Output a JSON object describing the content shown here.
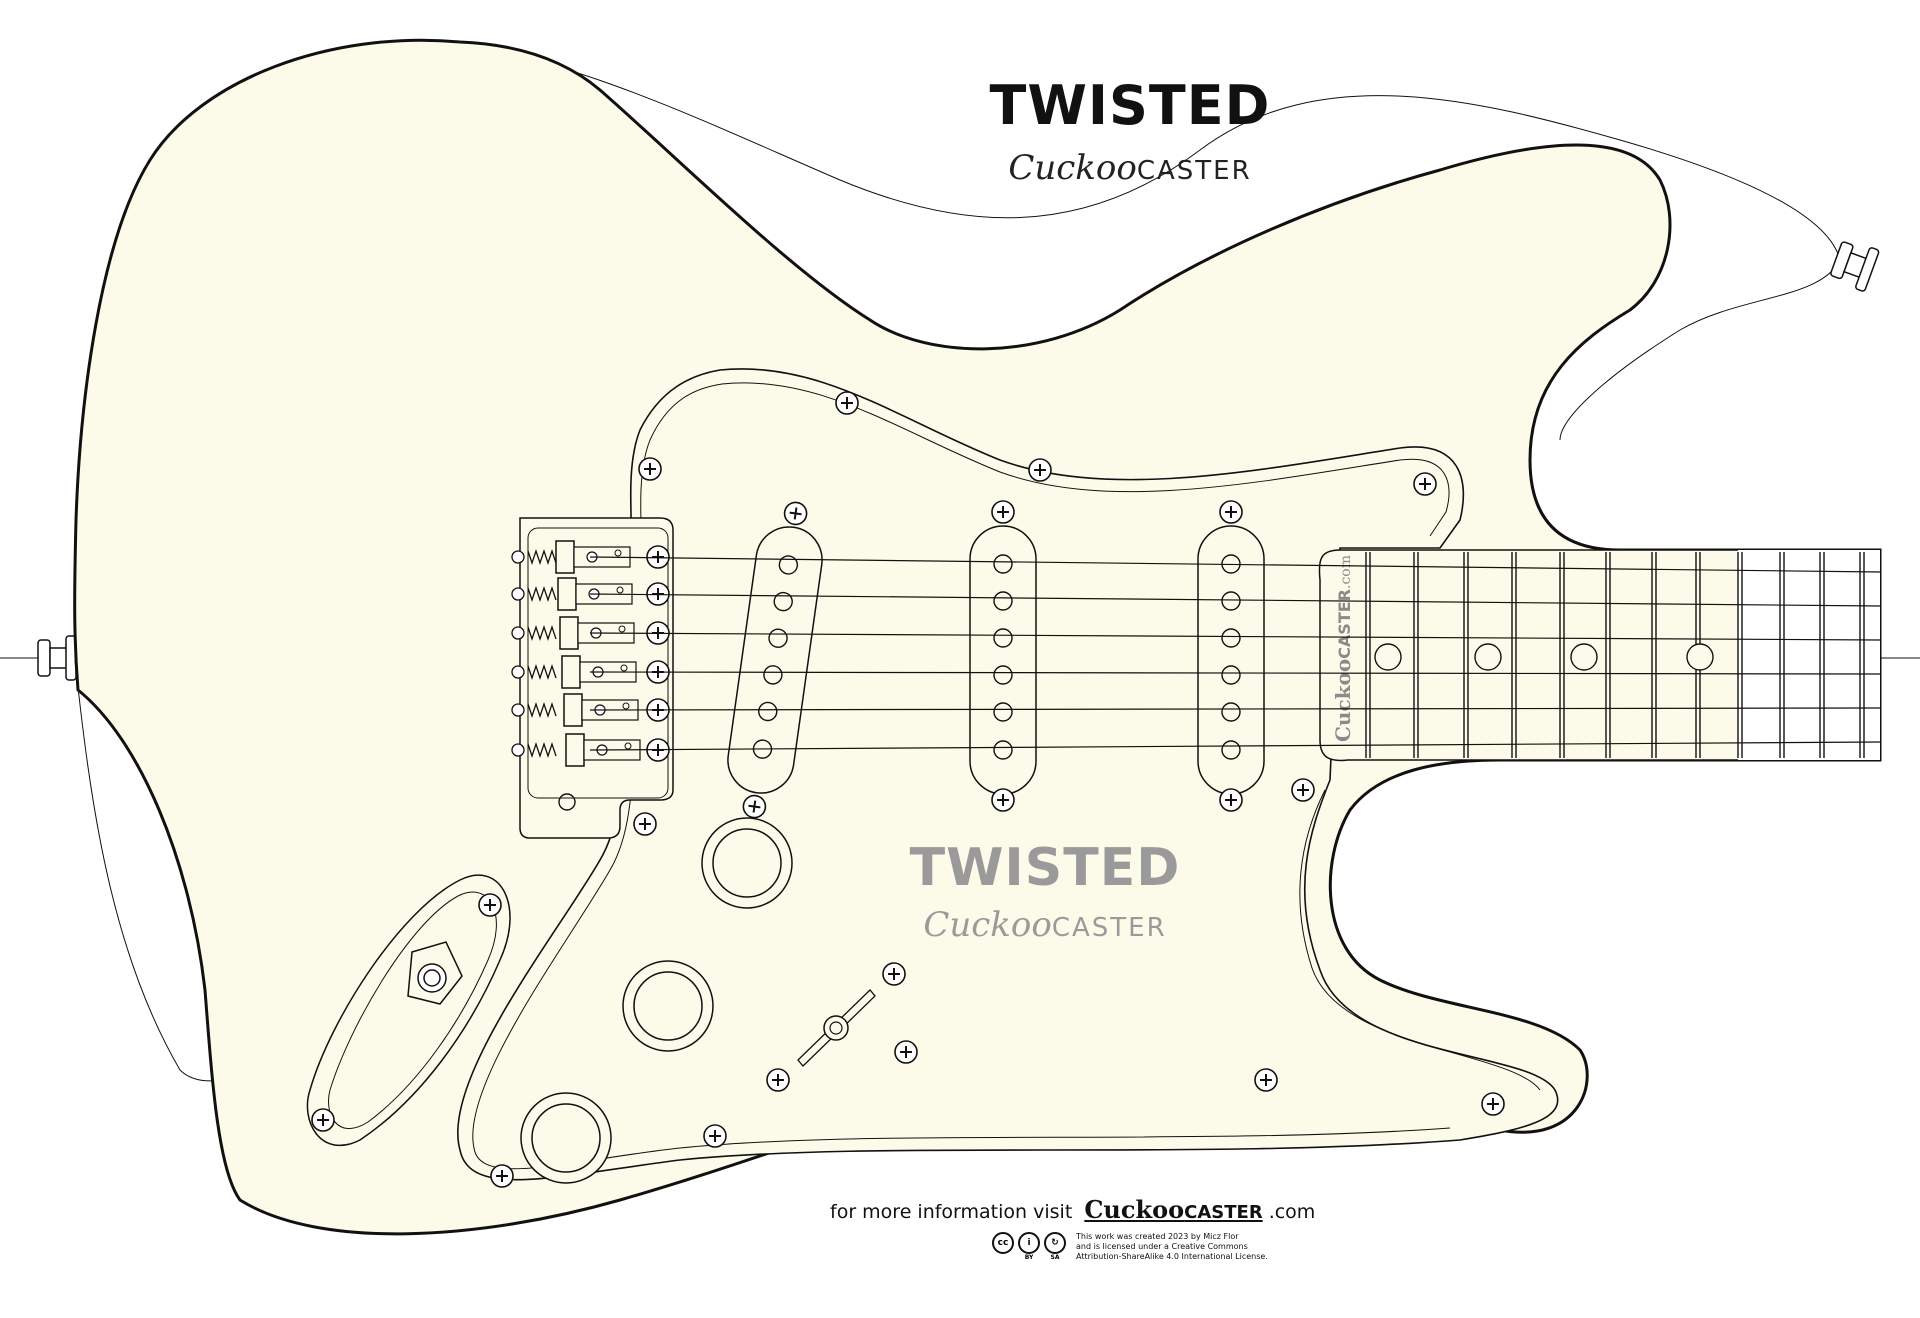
{
  "title": "TWISTED",
  "brand": {
    "script": "Cuckoo",
    "caps": "CASTER"
  },
  "pickguard": {
    "title": "TWISTED",
    "brand": {
      "script": "Cuckoo",
      "caps": "CASTER"
    }
  },
  "neckplate": {
    "logo_script": "Cuckoo",
    "logo_caps": "CASTER",
    "suffix": ".com"
  },
  "footer": {
    "prefix": "for more information visit",
    "logo_script": "Cuckoo",
    "logo_caps": "CASTER",
    "suffix": ".com"
  },
  "license": {
    "icons": [
      "cc",
      "by",
      "sa"
    ],
    "icon_labels": [
      "BY",
      "SA"
    ],
    "lines": [
      "This work was created 2023 by Micz Flor",
      "and is licensed under a Creative Commons",
      "Attribution-ShareAlike 4.0 International License."
    ]
  },
  "colors": {
    "body_fill": "#fcfbe9",
    "outline": "#111111",
    "guard_text": "#9a9a9a"
  },
  "icons": [
    "screw-icon",
    "output-jack-icon",
    "selector-switch-icon",
    "knob-icon"
  ]
}
